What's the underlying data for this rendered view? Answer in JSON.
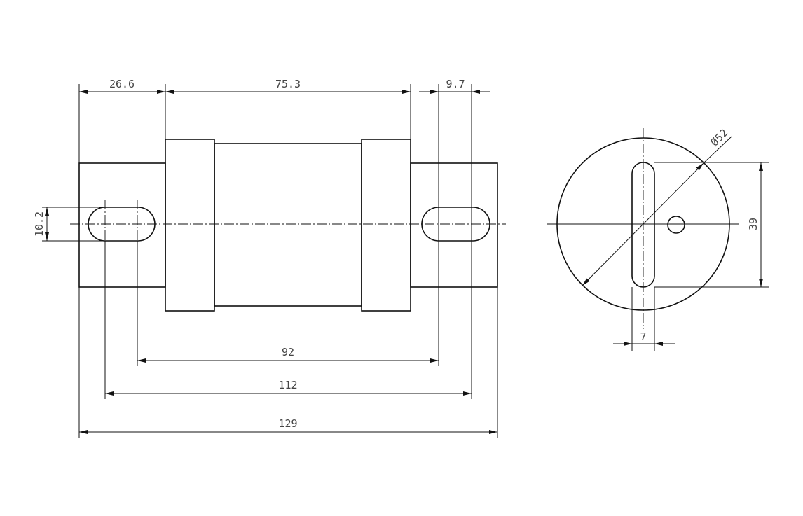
{
  "dimensions": {
    "left_tab_length": "26.6",
    "body_length": "75.3",
    "right_slot_offset": "9.7",
    "slot_height": "10.2",
    "inner_slot_spacing": "92",
    "outer_slot_spacing": "112",
    "overall_length": "129",
    "diameter": "Ø52",
    "slot_length": "39",
    "slot_width": "7"
  }
}
